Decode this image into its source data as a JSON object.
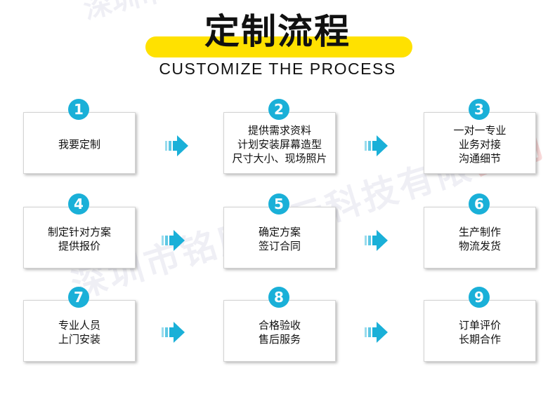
{
  "header": {
    "title_cn": "定制流程",
    "title_en": "CUSTOMIZE THE PROCESS"
  },
  "watermark": {
    "top": "深圳市",
    "diag_main": "深圳市铭度显示科技有限",
    "diag_red": "公司"
  },
  "colors": {
    "highlight": "#ffe100",
    "badge": "#1ab0d8",
    "arrow": "#1ab0d8"
  },
  "steps": [
    {
      "number": "1",
      "lines": [
        "我要定制"
      ]
    },
    {
      "number": "2",
      "lines": [
        "提供需求资料",
        "计划安装屏幕造型",
        "尺寸大小、现场照片"
      ]
    },
    {
      "number": "3",
      "lines": [
        "一对一专业",
        "业务对接",
        "沟通细节"
      ]
    },
    {
      "number": "4",
      "lines": [
        "制定针对方案",
        "提供报价"
      ]
    },
    {
      "number": "5",
      "lines": [
        "确定方案",
        "签订合同"
      ]
    },
    {
      "number": "6",
      "lines": [
        "生产制作",
        "物流发货"
      ]
    },
    {
      "number": "7",
      "lines": [
        "专业人员",
        "上门安装"
      ]
    },
    {
      "number": "8",
      "lines": [
        "合格验收",
        "售后服务"
      ]
    },
    {
      "number": "9",
      "lines": [
        "订单评价",
        "长期合作"
      ]
    }
  ]
}
